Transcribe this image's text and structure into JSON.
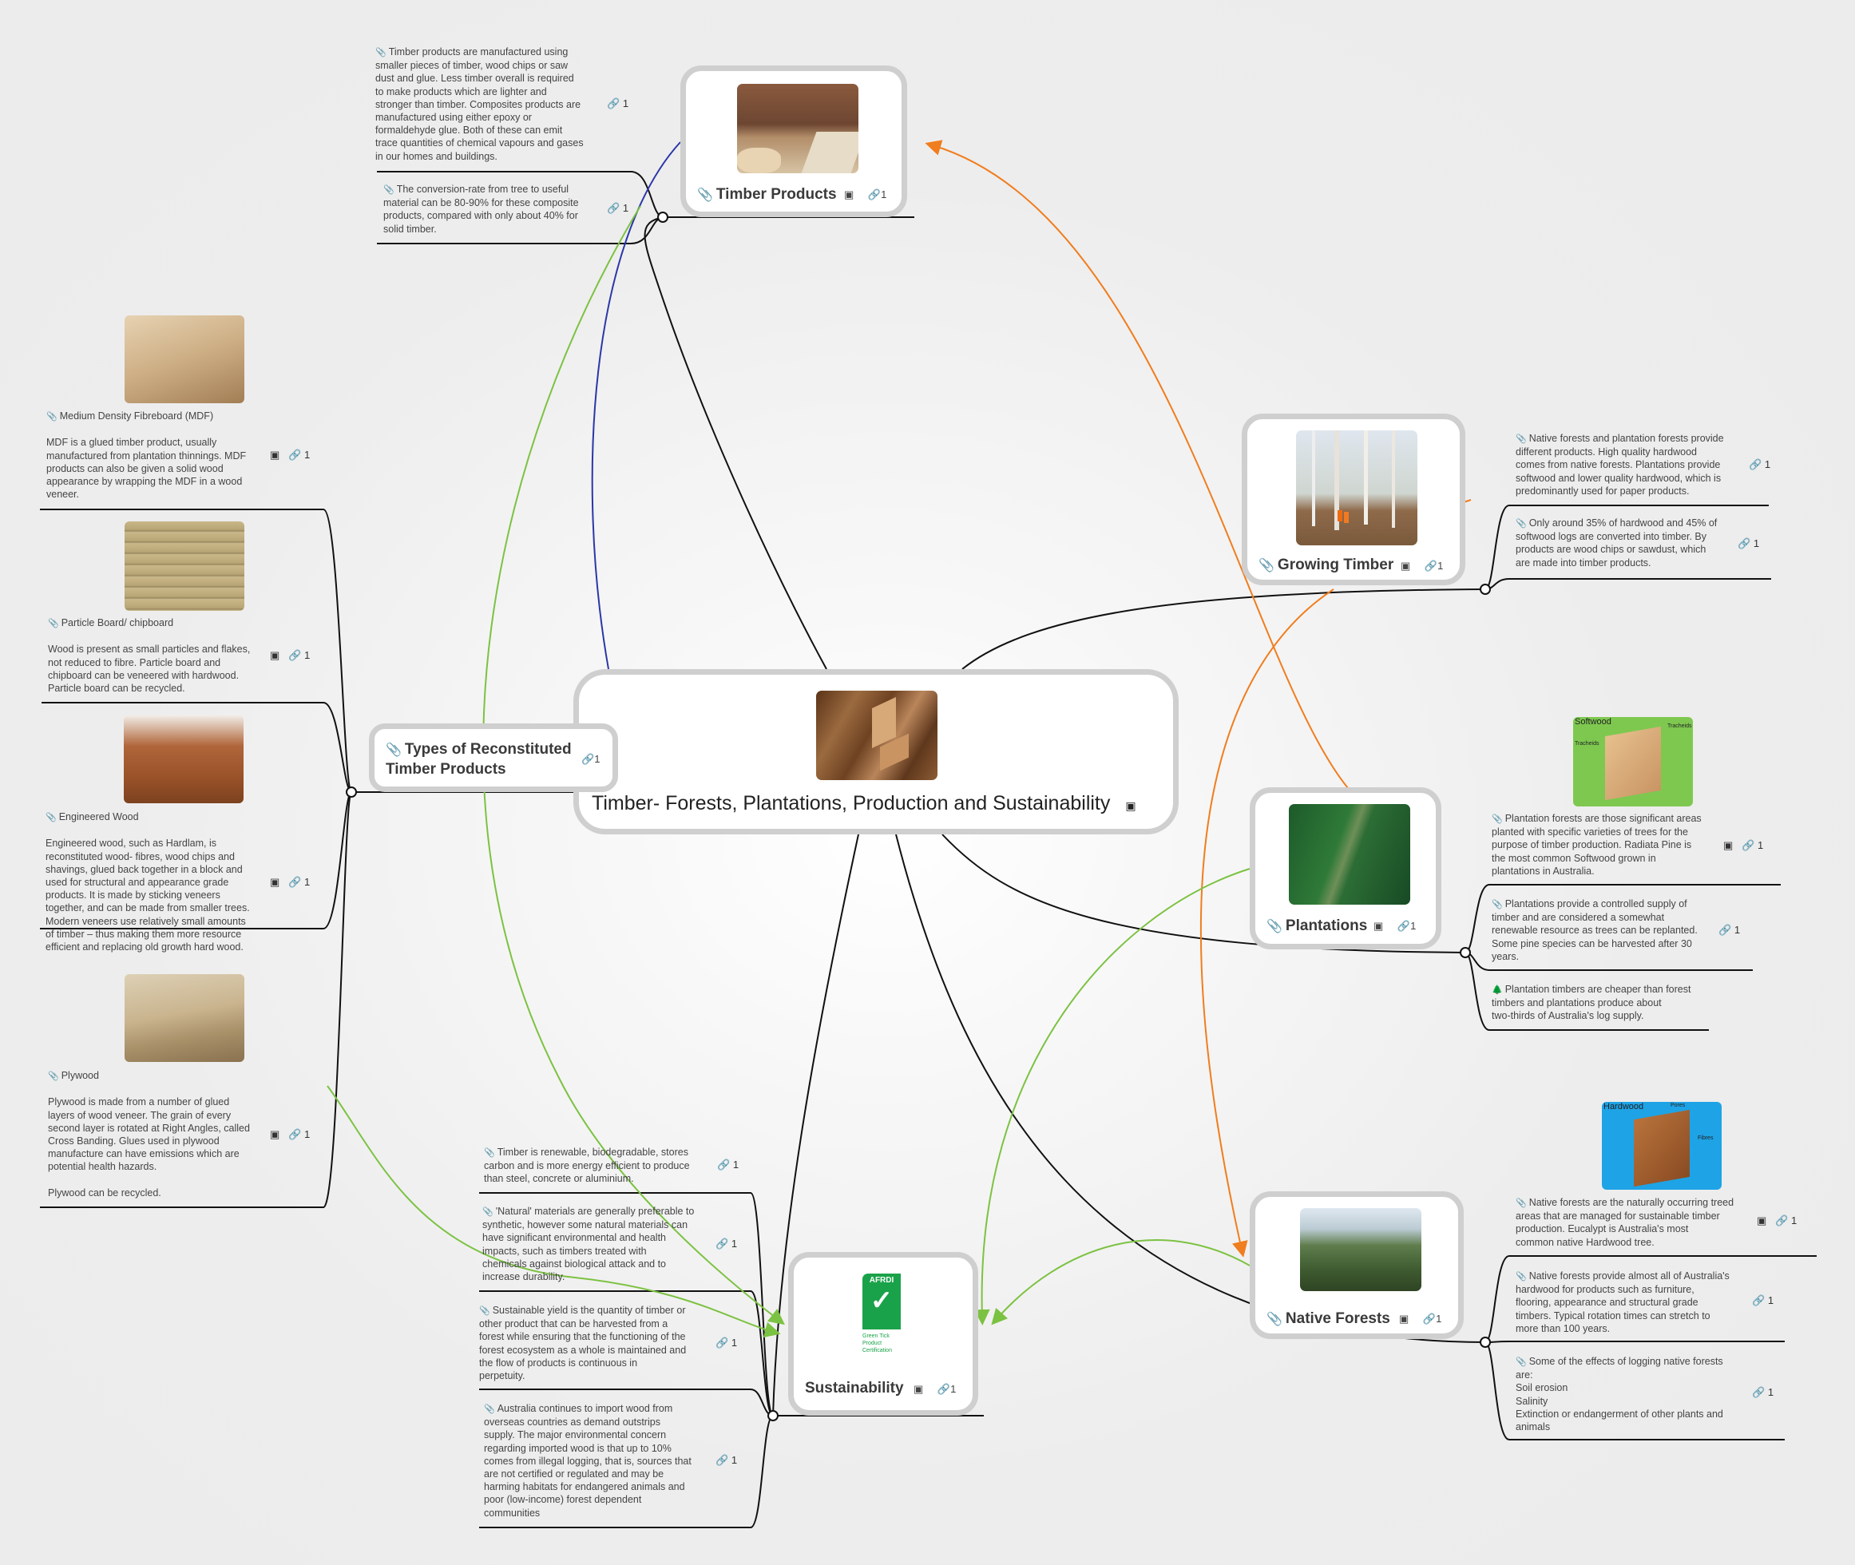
{
  "central": {
    "title": "Timber- Forests, Plantations, Production and Sustainability",
    "image_icon": "image-icon"
  },
  "topics": {
    "timber_products": {
      "title": "Timber Products",
      "link_count": "1"
    },
    "growing_timber": {
      "title": "Growing Timber",
      "link_count": "1"
    },
    "plantations": {
      "title": "Plantations",
      "link_count": "1"
    },
    "native_forests": {
      "title": "Native Forests",
      "link_count": "1"
    },
    "sustainability": {
      "title": "Sustainability",
      "link_count": "1"
    },
    "reconstituted": {
      "title_line1": "Types of Reconstituted",
      "title_line2": "Timber Products",
      "link_count": "1"
    }
  },
  "logo_text": {
    "brand": "AFRDI",
    "caption": "Green Tick Product Certification"
  },
  "diagram_labels": {
    "softwood_title": "Softwood",
    "softwood_tracheids_a": "Tracheids",
    "softwood_tracheids_b": "Tracheids",
    "hardwood_title": "Hardwood",
    "hardwood_pores": "Pores",
    "hardwood_fibres": "Fibres"
  },
  "notes": {
    "tp1": "Timber products are manufactured using\nsmaller pieces of timber, wood chips or saw\ndust and glue. Less timber overall is required\nto make products which are lighter and\nstronger than timber. Composites products are\nmanufactured using either epoxy or\nformaldehyde glue. Both of these can emit\ntrace quantities of chemical vapours and gases\nin our homes and buildings.",
    "tp2": "The conversion-rate from tree to useful\nmaterial can be 80-90% for these composite\nproducts, compared with only about 40% for\nsolid timber.",
    "mdf_title": "Medium Density Fibreboard (MDF)",
    "mdf_body": "MDF is a glued timber product, usually\nmanufactured from plantation thinnings. MDF\nproducts can also be given a solid wood\nappearance by wrapping the MDF in a wood\nveneer.",
    "pb_title": "Particle Board/ chipboard",
    "pb_body": "Wood is present as small particles and flakes,\nnot reduced to fibre. Particle board and\nchipboard can be veneered with hardwood.\nParticle board can be recycled.",
    "ew_title": "Engineered Wood",
    "ew_body": "Engineered wood, such as Hardlam, is\nreconstituted wood- fibres, wood chips and\nshavings, glued back together in a block and\nused for structural and appearance grade\nproducts. It is made by sticking veneers\ntogether, and can be made from smaller trees.\nModern veneers use relatively small amounts\nof timber – thus making them more resource\nefficient and replacing old growth hard wood.",
    "ply_title": "Plywood",
    "ply_body": "Plywood is made from a number of glued\nlayers of wood veneer. The grain of every\nsecond layer is rotated at Right Angles, called\nCross Banding. Glues used in plywood\nmanufacture can have emissions which are\npotential health hazards.\n\nPlywood can be recycled.",
    "gt1": "Native forests and plantation forests provide\ndifferent products. High quality hardwood\ncomes from native forests. Plantations provide\nsoftwood and lower quality hardwood, which is\npredominantly used for paper products.",
    "gt2": "Only around 35% of hardwood and 45% of\nsoftwood logs are converted into timber. By\nproducts are wood chips or sawdust, which\nare made into timber products.",
    "pl1": "Plantation forests are those significant areas\nplanted with specific varieties of trees for the\npurpose of timber production.  Radiata Pine is\nthe most common Softwood grown in\nplantations in Australia.",
    "pl2": "Plantations provide a controlled supply of\ntimber and are considered a somewhat\nrenewable resource as trees can be replanted.\nSome pine species can be harvested after 30\nyears.",
    "pl3": "Plantation timbers are cheaper than forest\ntimbers and plantations produce about\ntwo-thirds of Australia's log supply.",
    "nf1": "Native forests are the naturally occurring treed\nareas that are managed for sustainable timber\nproduction. Eucalypt is Australia's most\ncommon native Hardwood tree.",
    "nf2": "Native forests provide almost all of Australia's\nhardwood for products such as furniture,\nflooring, appearance and structural grade\ntimbers. Typical rotation times can stretch to\nmore than 100 years.",
    "nf3": "Some of the effects of logging native forests\nare:\nSoil erosion\nSalinity\nExtinction or endangerment of other plants and\nanimals",
    "su1": "Timber is renewable, biodegradable, stores\ncarbon and is more energy efficient to produce\nthan steel, concrete or aluminium.",
    "su2": "'Natural' materials are generally preferable to\nsynthetic, however some natural materials can\nhave significant environmental and health\nimpacts, such as timbers treated with\nchemicals against biological attack and to\nincrease durability.",
    "su3": "Sustainable yield is the quantity of timber or\nother product that can be harvested from a\nforest while ensuring that the functioning of the\nforest ecosystem as a whole is maintained and\nthe flow of products is continuous in\nperpetuity.",
    "su4": "Australia continues to import wood from\noverseas countries as demand outstrips\nsupply. The major environmental concern\nregarding imported wood is that up to 10%\ncomes from illegal logging, that is, sources that\nare not certified or regulated and may be\nharming habitats for endangered animals and\npoor (low-income) forest dependent\ncommunities"
  },
  "counts": {
    "one": "1"
  },
  "colors": {
    "black_line": "#111111",
    "orange": "#f07d1e",
    "green": "#7cc242",
    "blue": "#2b36a8",
    "node_border": "#cfcfcf"
  },
  "icons": [
    "attachment-icon",
    "image-icon",
    "link-icon",
    "tree-icon"
  ]
}
